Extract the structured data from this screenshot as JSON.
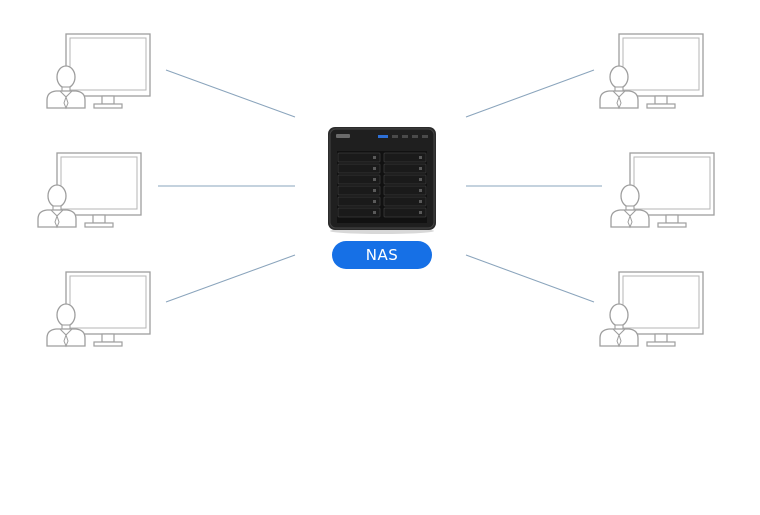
{
  "diagram": {
    "center_node": {
      "label": "NAS",
      "icon": "nas-server-icon",
      "accent": "#1670e6"
    },
    "clients": [
      {
        "id": "left-top",
        "icon": "workstation-user-icon"
      },
      {
        "id": "left-middle",
        "icon": "workstation-user-icon"
      },
      {
        "id": "left-bottom",
        "icon": "workstation-user-icon"
      },
      {
        "id": "right-top",
        "icon": "workstation-user-icon"
      },
      {
        "id": "right-middle",
        "icon": "workstation-user-icon"
      },
      {
        "id": "right-bottom",
        "icon": "workstation-user-icon"
      }
    ],
    "connector_color": "#8aa4bc",
    "outline_color": "#9e9e9e"
  }
}
